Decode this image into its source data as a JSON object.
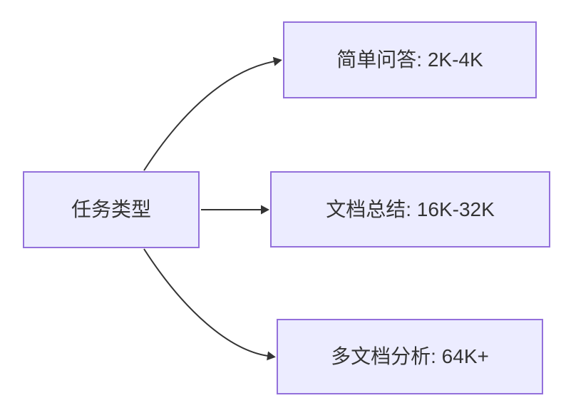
{
  "theme": {
    "canvas_bg": "#ffffff",
    "node_fill": "#ECECFF",
    "node_border": "#9370DB",
    "edge_color": "#333333",
    "text_color": "#333333"
  },
  "diagram": {
    "type": "flowchart-left-to-right",
    "root": {
      "label": "任务类型"
    },
    "children": [
      {
        "label": "简单问答: 2K-4K"
      },
      {
        "label": "文档总结: 16K-32K"
      },
      {
        "label": "多文档分析: 64K+"
      }
    ]
  }
}
